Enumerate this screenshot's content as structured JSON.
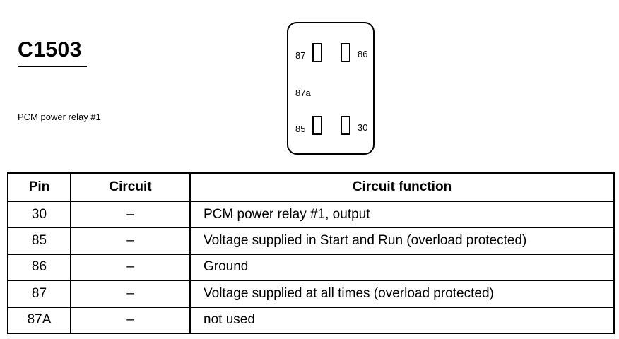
{
  "connector": {
    "id": "C1503",
    "description": "PCM power relay #1"
  },
  "relay": {
    "terminals": [
      "87",
      "86",
      "87a",
      "85",
      "30"
    ]
  },
  "table": {
    "headers": [
      "Pin",
      "Circuit",
      "Circuit function"
    ],
    "rows": [
      {
        "pin": "30",
        "circuit": "–",
        "function": "PCM power relay #1, output"
      },
      {
        "pin": "85",
        "circuit": "–",
        "function": "Voltage supplied in Start and Run (overload protected)"
      },
      {
        "pin": "86",
        "circuit": "–",
        "function": "Ground"
      },
      {
        "pin": "87",
        "circuit": "–",
        "function": "Voltage supplied at all times (overload protected)"
      },
      {
        "pin": "87A",
        "circuit": "–",
        "function": "not used"
      }
    ]
  }
}
